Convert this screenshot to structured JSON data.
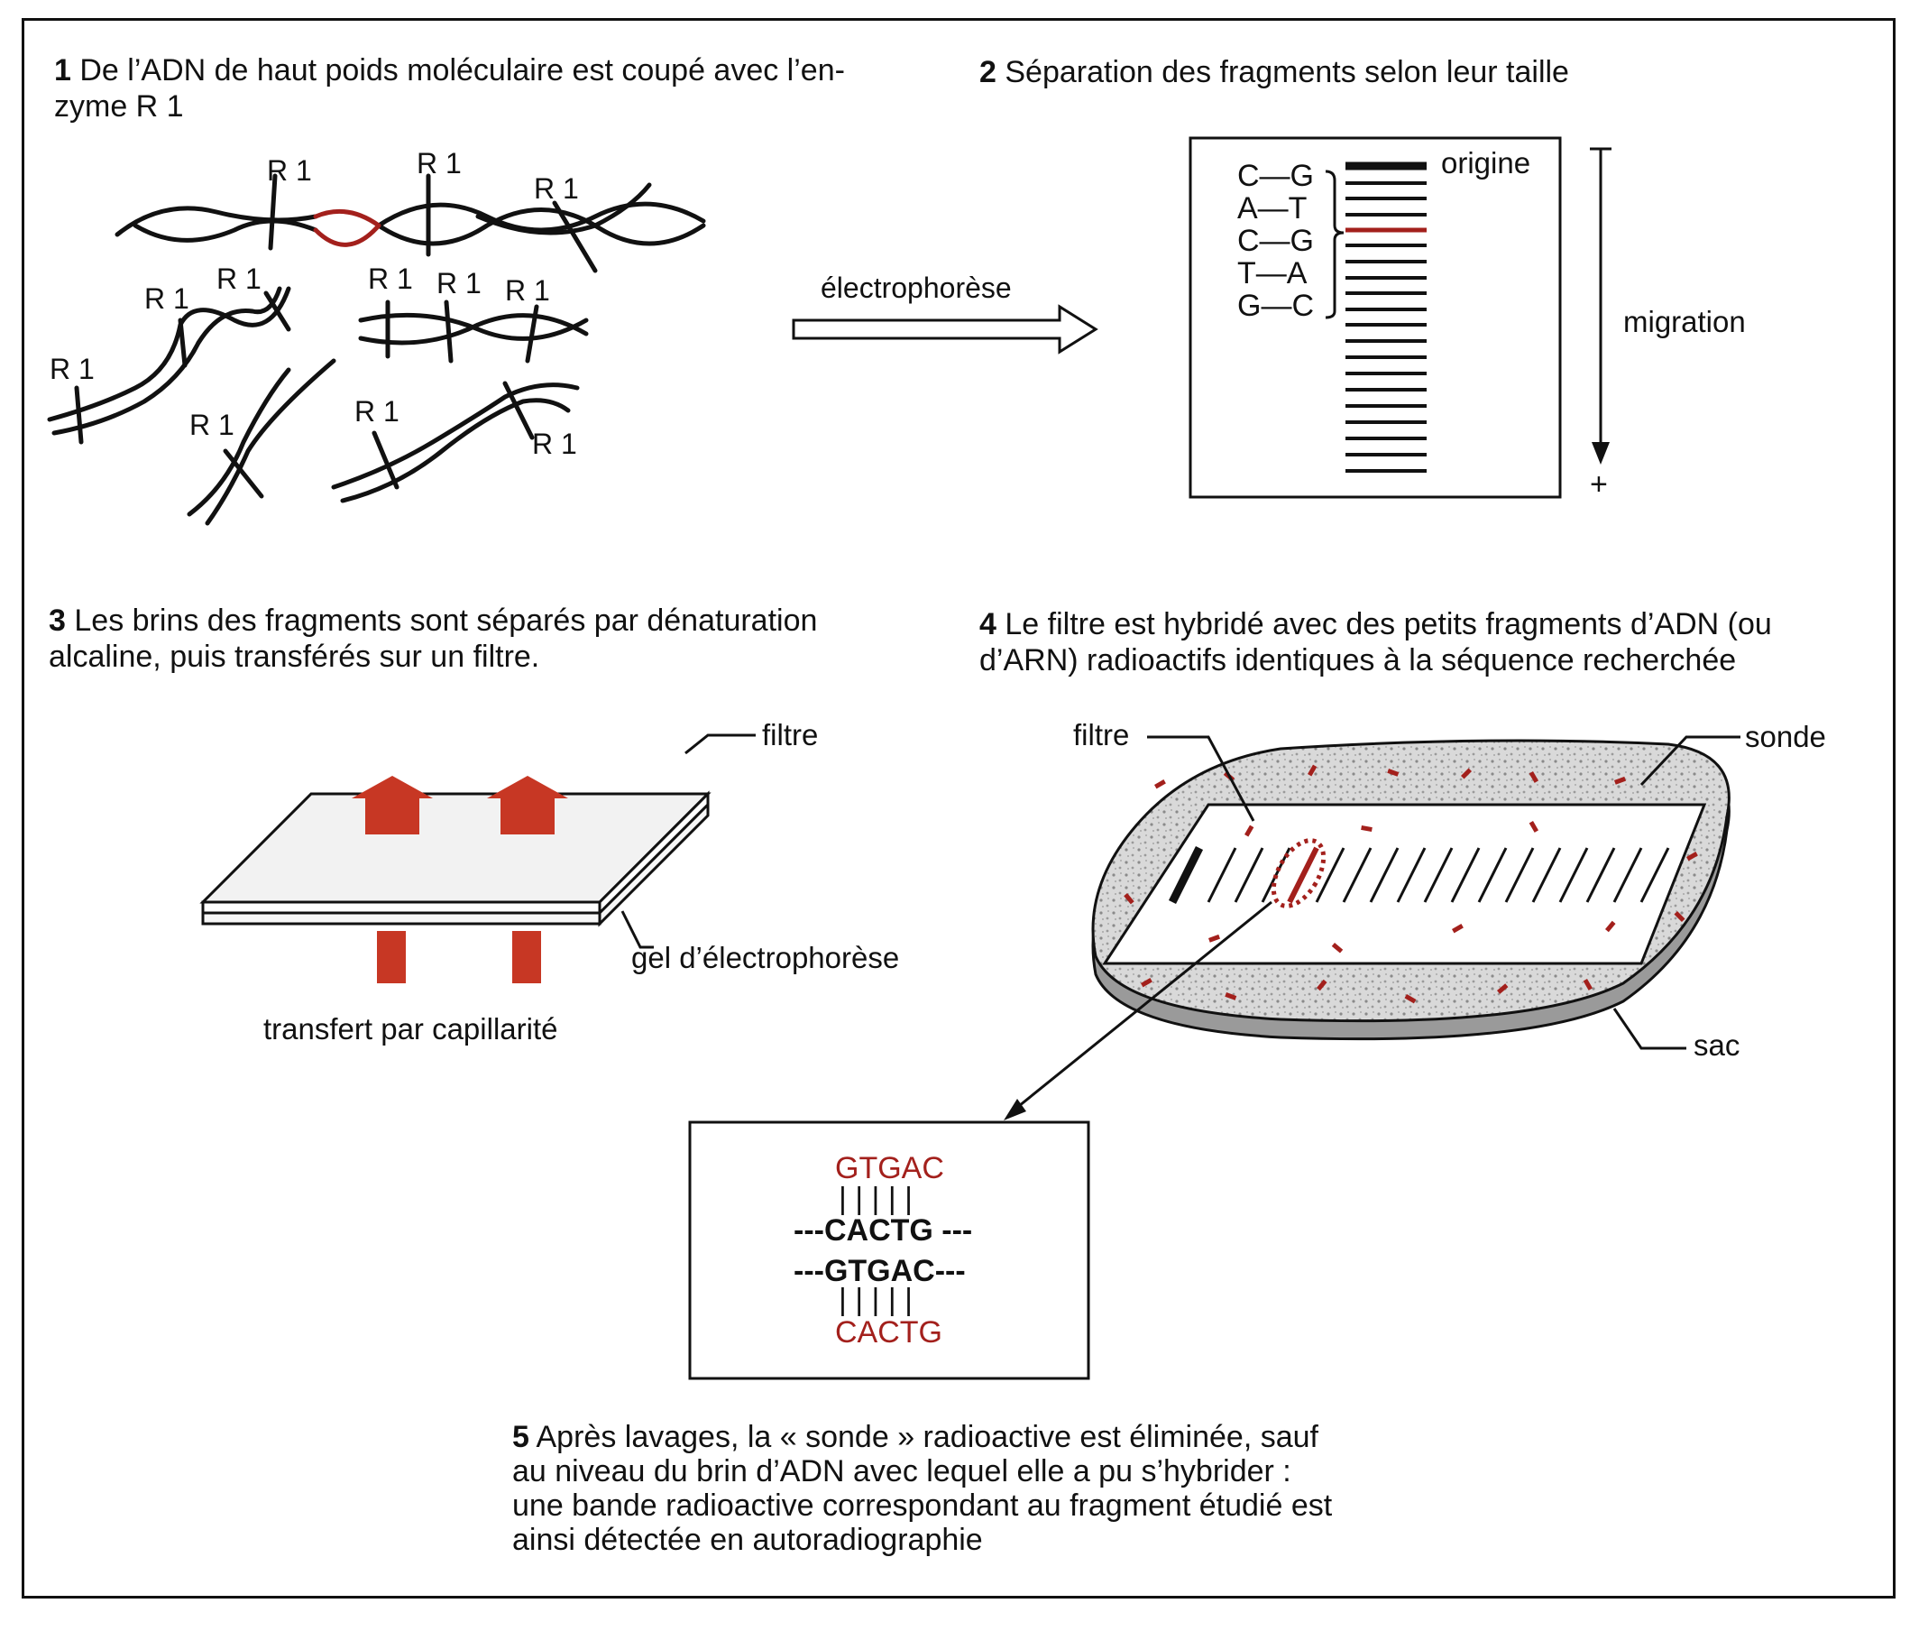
{
  "colors": {
    "accent_red": "#a3201c",
    "ink": "#111111",
    "stipple": "#cfcfcf"
  },
  "step1": {
    "num": "1",
    "text": "De l’ADN de haut poids moléculaire est coupé avec l’en-",
    "text2": "zyme R 1"
  },
  "step2": {
    "num": "2",
    "text": "Séparation des fragments selon leur taille"
  },
  "step3": {
    "num": "3",
    "text": "Les brins des fragments sont séparés par dénaturation",
    "text2": "alcaline, puis transférés sur un filtre."
  },
  "step4": {
    "num": "4",
    "text": "Le filtre est hybridé avec des petits fragments d’ADN (ou",
    "text2": "d’ARN) radioactifs identiques à la séquence recherchée"
  },
  "step5": {
    "num": "5",
    "lines": [
      "Après lavages, la « sonde » radioactive est éliminée, sauf",
      "au niveau du brin d’ADN avec lequel elle a pu s’hybrider :",
      "une bande radioactive correspondant au fragment étudié est",
      "ainsi détectée en autoradiographie"
    ]
  },
  "enzyme_label": "R 1",
  "electrophoresis_label": "électrophorèse",
  "gel": {
    "origin": "origine",
    "migration": "migration",
    "minus": "–",
    "plus": "+",
    "pairs": [
      "C—G",
      "A—T",
      "C—G",
      "T—A",
      "G—C"
    ]
  },
  "transfer": {
    "filtre": "filtre",
    "gel": "gel d’électrophorèse",
    "caption": "transfert par capillarité"
  },
  "hybrid": {
    "filtre": "filtre",
    "sonde": "sonde",
    "sac": "sac"
  },
  "sequence_box": {
    "probe_top": "GTGAC",
    "bars": "| | | | |",
    "strand1": "---CACTG ---",
    "strand2": "---GTGAC---",
    "probe_bottom": "CACTG"
  }
}
